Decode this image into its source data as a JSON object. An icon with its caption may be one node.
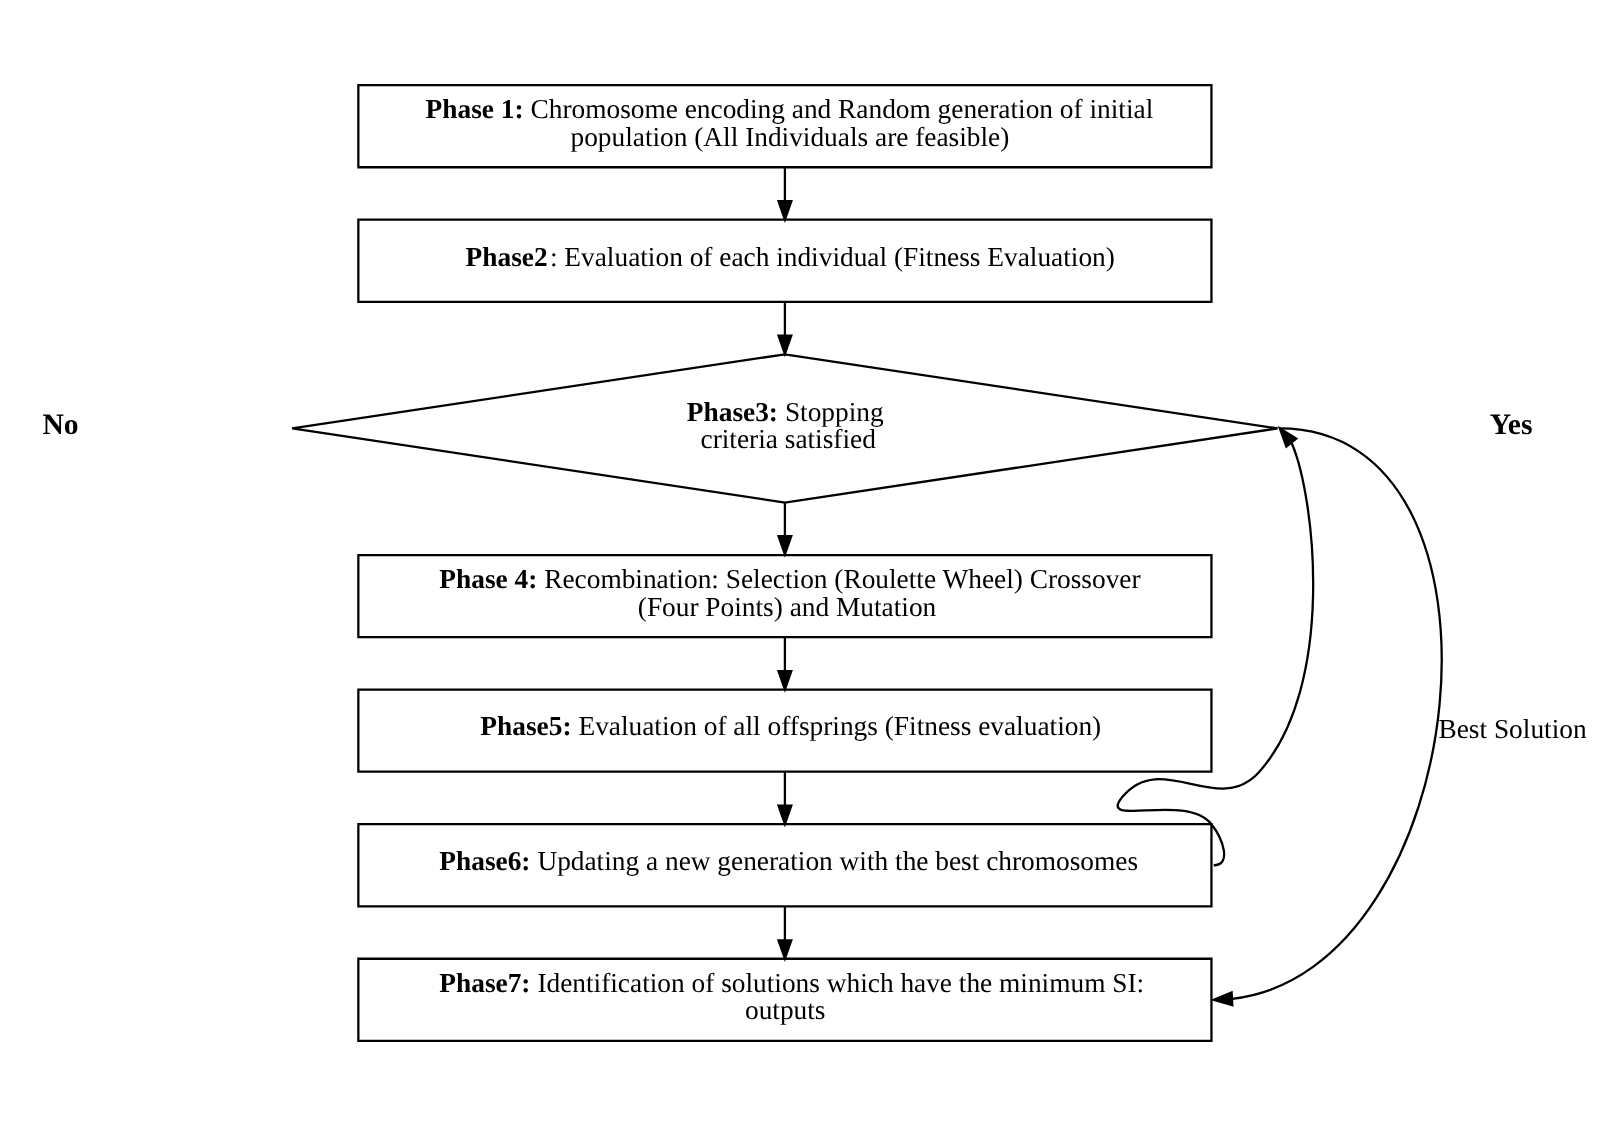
{
  "diagram": {
    "nodes": [
      {
        "text": [
          "**Phase 1:** Chromosome encoding and Random generation of initial population (All Individuals are feasible)"
        ]
      },
      {
        "text": [
          "**Phase2**: Evaluation of each individual (Fitness Evaluation)"
        ]
      },
      {
        "text": [
          "**Phase3:** Stopping criteria satisfied"
        ]
      },
      {
        "text": [
          "**Phase 4:** Recombination: Selection (Roulette Wheel) Crossover (Four Points) and Mutation"
        ]
      },
      {
        "text": [
          "**Phase5:** Evaluation of all offsprings (Fitness evaluation)"
        ]
      },
      {
        "text": [
          "**Phase6:** Updating a new generation with the best chromosomes"
        ]
      },
      {
        "text": [
          "**Phase7:** Identification of solutions which have the minimum SI: outputs"
        ]
      }
    ],
    "edges": [
      {
        "from": 0,
        "to": 1,
        "arrow": "to"
      },
      {
        "from": 1,
        "to": 2,
        "arrow": "to"
      },
      {
        "from": 2,
        "to": 3,
        "arrow": "to"
      },
      {
        "from": 3,
        "to": 4,
        "arrow": "to"
      },
      {
        "from": 4,
        "to": 5,
        "arrow": "to"
      },
      {
        "from": 5,
        "to": 2,
        "arrow": "to"
      },
      {
        "from": 5,
        "to": 6,
        "arrow": "to"
      },
      {
        "from": 2,
        "to": 6,
        "arrow": "to",
        "label": "Best Solution"
      }
    ],
    "labels": [
      "No",
      "Yes"
    ]
  }
}
